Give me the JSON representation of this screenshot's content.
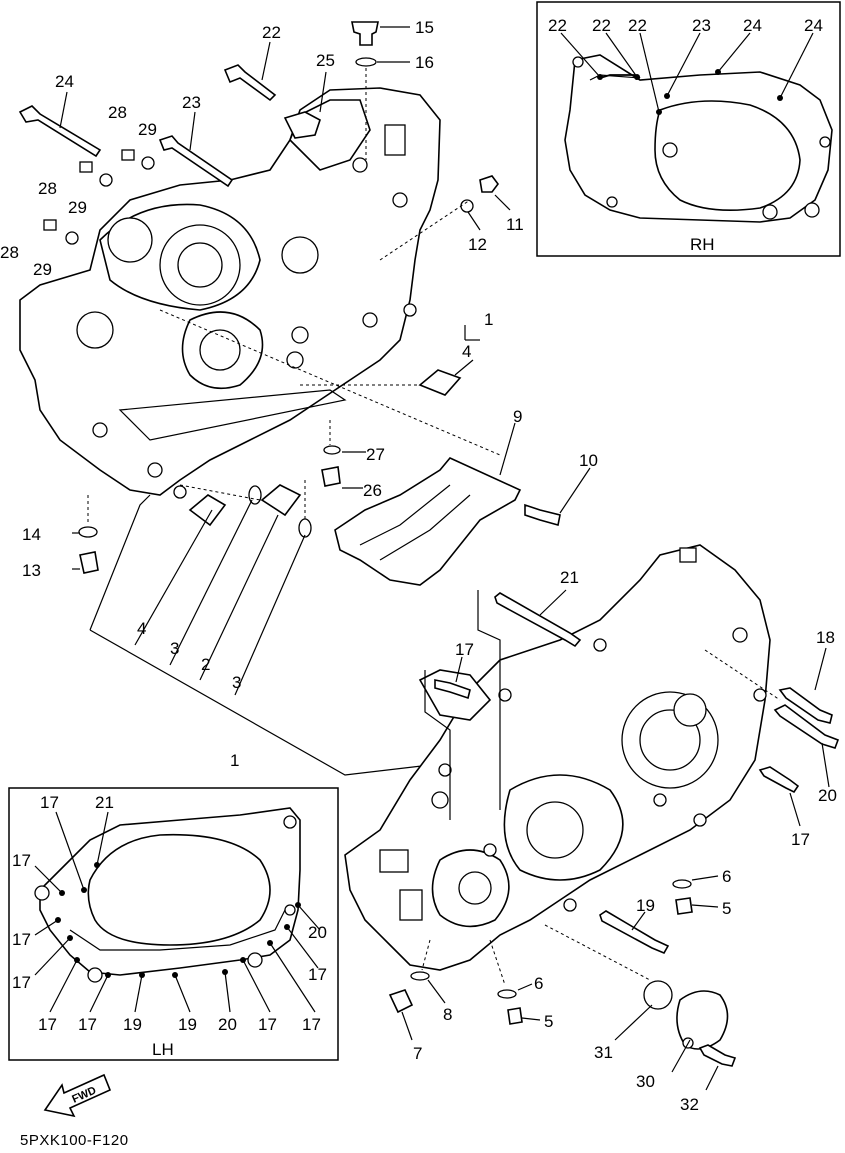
{
  "diagram_code": "5PXK100-F120",
  "fwd_label": "FWD",
  "inset_rh": {
    "title": "RH",
    "labels": [
      "22",
      "22",
      "22",
      "23",
      "24",
      "24"
    ]
  },
  "inset_lh": {
    "title": "LH",
    "labels": [
      "17",
      "21",
      "17",
      "17",
      "17",
      "20",
      "17",
      "17",
      "17",
      "19",
      "19",
      "20",
      "17",
      "17"
    ]
  },
  "callouts": [
    "22",
    "15",
    "16",
    "25",
    "24",
    "23",
    "28",
    "29",
    "28",
    "29",
    "28",
    "29",
    "11",
    "12",
    "1",
    "4",
    "27",
    "26",
    "9",
    "10",
    "14",
    "13",
    "4",
    "3",
    "2",
    "3",
    "1",
    "21",
    "17",
    "18",
    "20",
    "17",
    "6",
    "5",
    "19",
    "6",
    "5",
    "8",
    "7",
    "31",
    "30",
    "32"
  ]
}
